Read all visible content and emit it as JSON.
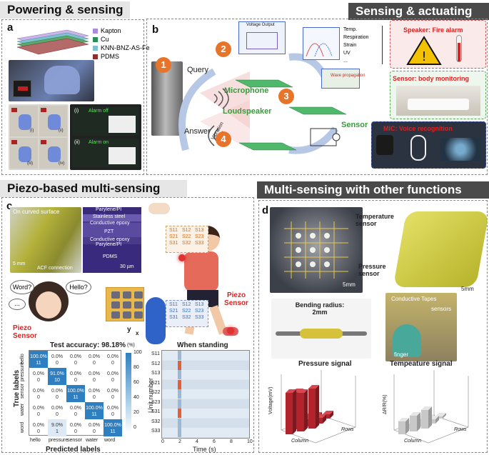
{
  "sections": {
    "powering": "Powering & sensing",
    "actuating": "Sensing & actuating",
    "piezo": "Piezo-based multi-sensing",
    "multi": "Multi-sensing with other functions"
  },
  "panel_a": {
    "letter": "a",
    "legend": [
      "Kapton",
      "Cu",
      "KNN-BNZ-AS-Fe",
      "PDMS"
    ],
    "legend_colors": [
      "#a98bd9",
      "#2e8b57",
      "#7fbfcf",
      "#8b2f2f"
    ],
    "sub_i": "(i)",
    "sub_ii": "(ii)",
    "sub_iii": "(iii)",
    "sub_iv": "(iv)",
    "alarm_off": "Alarm off",
    "alarm_on": "Alarm on"
  },
  "panel_b": {
    "letter": "b",
    "steps": [
      "1",
      "2",
      "3",
      "4"
    ],
    "query": "Query",
    "answer": "Answer",
    "microphone": "Microphone",
    "loudspeaker": "Loudspeaker",
    "sensor": "Sensor",
    "vibration": "Vibration",
    "voltage_output": "Voltage Output",
    "wave_propagation": "Wave propagation",
    "stimuli": [
      "Temp.",
      "Respiration",
      "Strain",
      "UV",
      "..."
    ],
    "boxes": [
      "Speaker: Fire alarm",
      "Sensor: body monitoring",
      "MIC: Voice recognition"
    ]
  },
  "panel_c": {
    "letter": "c",
    "curved": "On curved surface",
    "scale_5mm": "5 mm",
    "acf": "ACF connection",
    "layers": [
      "Parylene/PI",
      "Stainless steel",
      "Conductive epoxy",
      "PZT",
      "Conductive epoxy",
      "Parylene/PI",
      "PDMS"
    ],
    "scale_30um": "30 µm",
    "grid": [
      "S11",
      "S12",
      "S13",
      "S21",
      "S22",
      "S23",
      "S31",
      "S32",
      "S33"
    ],
    "piezo_sensor": "Piezo Sensor",
    "word_q": "Word?",
    "hello_q": "Hello?",
    "ellipsis": "...",
    "axis_y": "y",
    "axis_x": "x",
    "test_accuracy": "Test accuracy: 98.18%",
    "when_standing": "When standing",
    "unit_number": "Unit number",
    "time_label": "Time (s)",
    "time_ticks": [
      "0",
      "2",
      "4",
      "6",
      "8",
      "10"
    ],
    "percent_label": "(%)",
    "colorbar_ticks": [
      "100",
      "80",
      "60",
      "40",
      "20",
      "0"
    ]
  },
  "confusion": {
    "title": "Test accuracy: 98.18%",
    "xlabel": "Predicted labels",
    "ylabel": "True labels",
    "labels": [
      "hello",
      "pressure",
      "sensor",
      "water",
      "word"
    ],
    "matrix": [
      [
        "100.0%",
        "0.0%",
        "0.0%",
        "0.0%",
        "0.0%"
      ],
      [
        "0.0%",
        "91.0%",
        "0.0%",
        "0.0%",
        "0.0%"
      ],
      [
        "0.0%",
        "0.0%",
        "100.0%",
        "0.0%",
        "0.0%"
      ],
      [
        "0.0%",
        "0.0%",
        "0.0%",
        "100.0%",
        "0.0%"
      ],
      [
        "0.0%",
        "9.0%",
        "0.0%",
        "0.0%",
        "100.0%"
      ]
    ],
    "counts": [
      [
        "11",
        "0",
        "0",
        "0",
        "0"
      ],
      [
        "0",
        "10",
        "0",
        "0",
        "0"
      ],
      [
        "0",
        "0",
        "11",
        "0",
        "0"
      ],
      [
        "0",
        "0",
        "0",
        "11",
        "0"
      ],
      [
        "0",
        "1",
        "0",
        "0",
        "11"
      ]
    ]
  },
  "panel_d": {
    "letter": "d",
    "temp_sensor": "Temperature sensor",
    "pressure_sensor": "Pressure sensor",
    "scale_5mm": "5mm",
    "bending": "Bending radius: 2mm",
    "conductive": "Conductive Tapes",
    "sensors": "sensors",
    "finger": "finger",
    "pressure_signal": "Pressure signal",
    "temp_signal": "Tempeature signal",
    "ylabel_v": "Voltage(mV)",
    "ylabel_r": "ΔR/R(%)",
    "column": "Column",
    "rows": "Rows"
  }
}
